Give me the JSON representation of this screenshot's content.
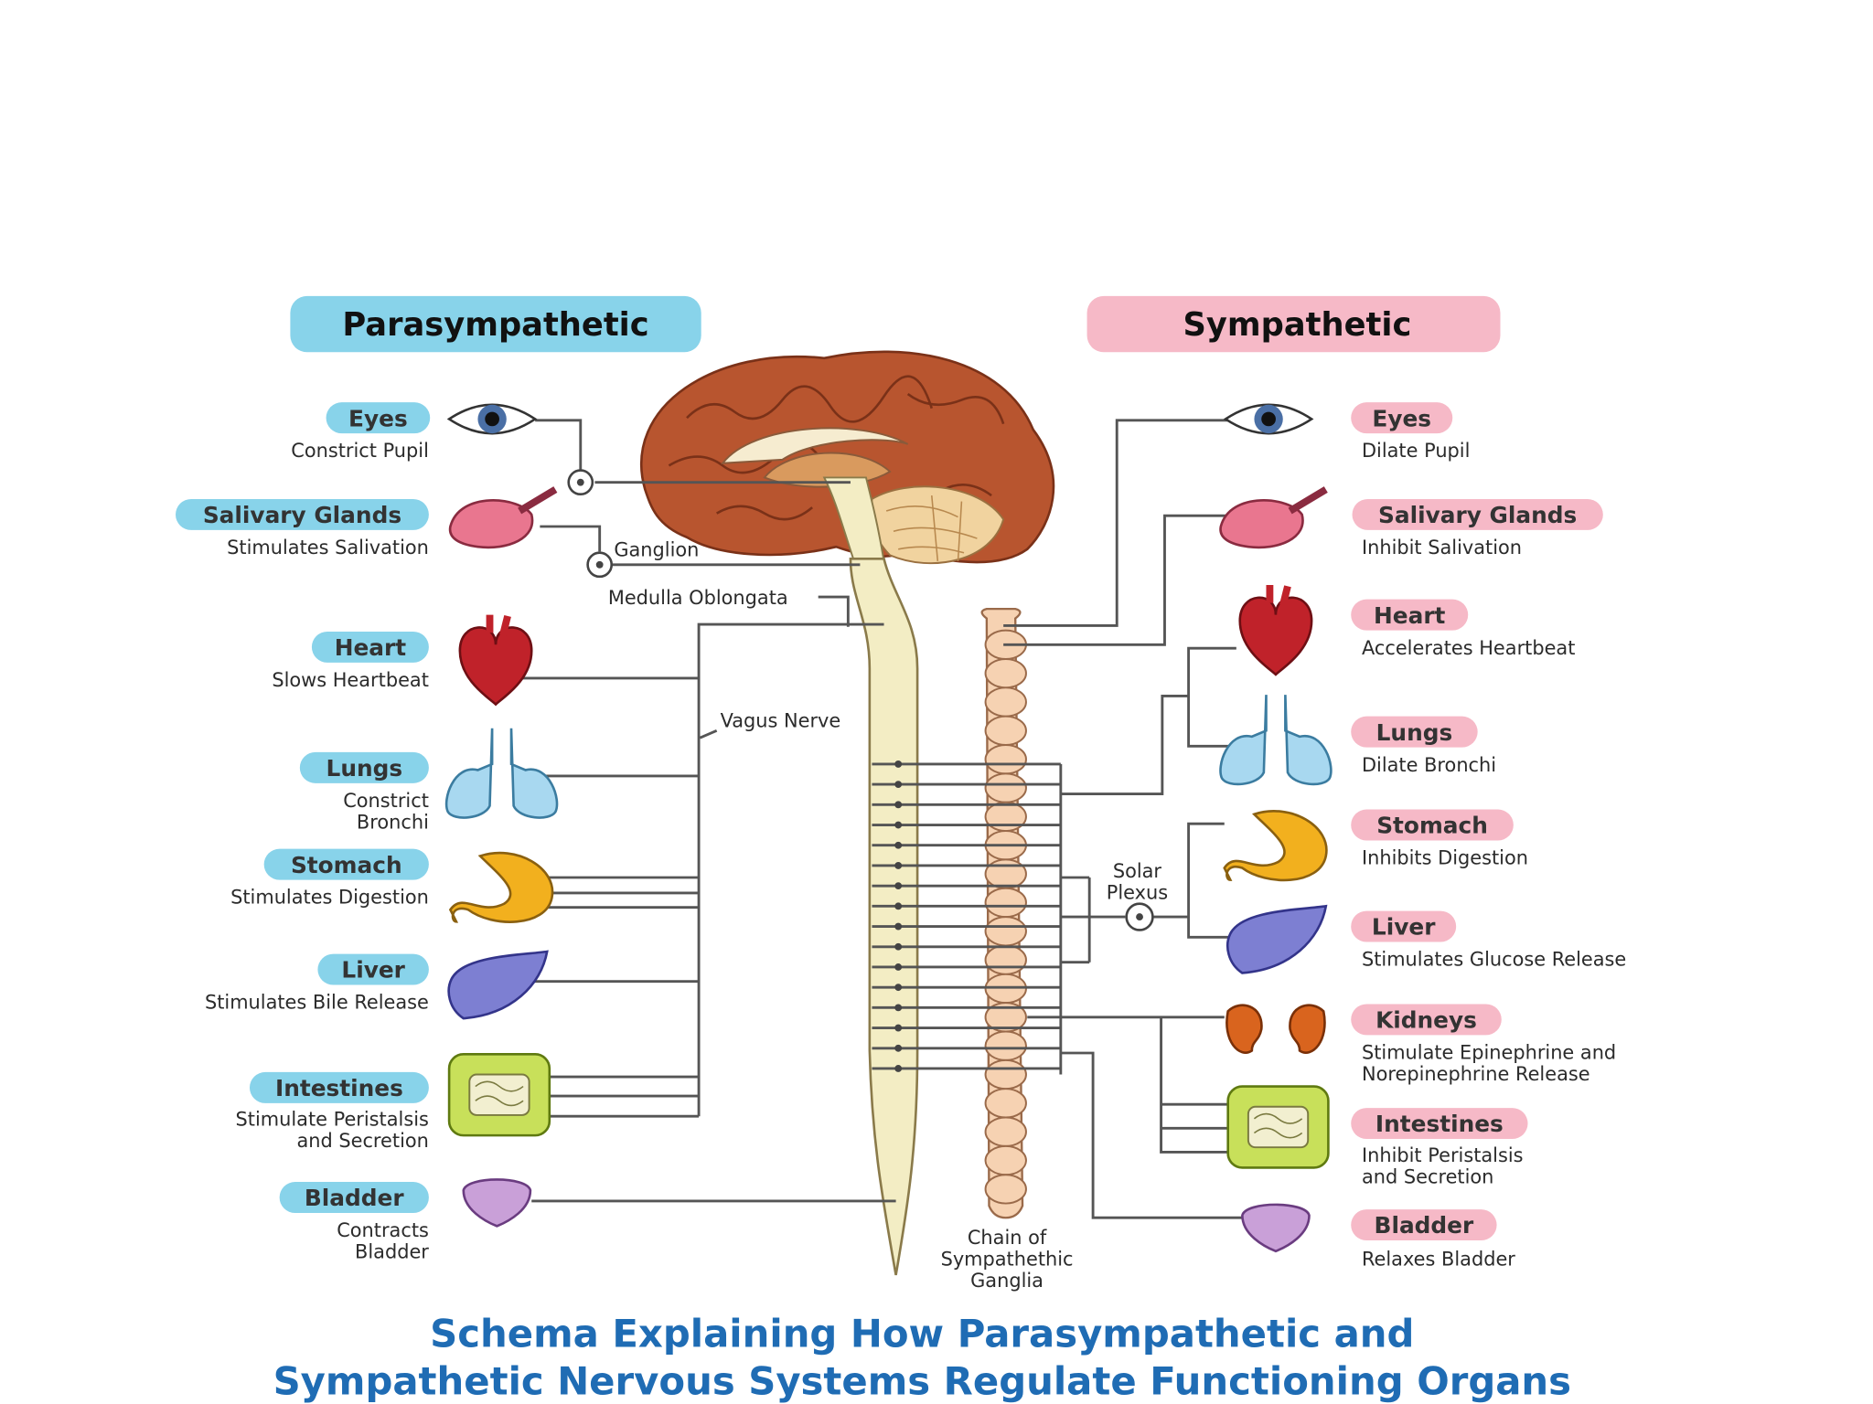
{
  "colors": {
    "parasympathetic": "#88d3ea",
    "sympathetic": "#f6b9c7",
    "caption": "#1f6cb4",
    "brain": "#b8552f",
    "spinal_cord": "#f3edc4",
    "ganglia_chain": "#f6d2b2"
  },
  "headers": {
    "parasympathetic": "Parasympathetic",
    "sympathetic": "Sympathetic"
  },
  "parasympathetic": [
    {
      "organ": "Eyes",
      "effect": [
        "Constrict Pupil"
      ],
      "icon": "eye-icon"
    },
    {
      "organ": "Salivary Glands",
      "effect": [
        "Stimulates Salivation"
      ],
      "icon": "salivary-gland-icon"
    },
    {
      "organ": "Heart",
      "effect": [
        "Slows Heartbeat"
      ],
      "icon": "heart-icon"
    },
    {
      "organ": "Lungs",
      "effect": [
        "Constrict",
        "Bronchi"
      ],
      "icon": "lungs-icon"
    },
    {
      "organ": "Stomach",
      "effect": [
        "Stimulates Digestion"
      ],
      "icon": "stomach-icon"
    },
    {
      "organ": "Liver",
      "effect": [
        "Stimulates Bile Release"
      ],
      "icon": "liver-icon"
    },
    {
      "organ": "Intestines",
      "effect": [
        "Stimulate Peristalsis",
        "and Secretion"
      ],
      "icon": "intestines-icon"
    },
    {
      "organ": "Bladder",
      "effect": [
        "Contracts",
        "Bladder"
      ],
      "icon": "bladder-icon"
    }
  ],
  "sympathetic": [
    {
      "organ": "Eyes",
      "effect": [
        "Dilate Pupil"
      ],
      "icon": "eye-icon"
    },
    {
      "organ": "Salivary Glands",
      "effect": [
        "Inhibit Salivation"
      ],
      "icon": "salivary-gland-icon"
    },
    {
      "organ": "Heart",
      "effect": [
        "Accelerates Heartbeat"
      ],
      "icon": "heart-icon"
    },
    {
      "organ": "Lungs",
      "effect": [
        "Dilate Bronchi"
      ],
      "icon": "lungs-icon"
    },
    {
      "organ": "Stomach",
      "effect": [
        "Inhibits Digestion"
      ],
      "icon": "stomach-icon"
    },
    {
      "organ": "Liver",
      "effect": [
        "Stimulates Glucose Release"
      ],
      "icon": "liver-icon"
    },
    {
      "organ": "Kidneys",
      "effect": [
        "Stimulate Epinephrine and",
        "Norepinephrine Release"
      ],
      "icon": "kidneys-icon"
    },
    {
      "organ": "Intestines",
      "effect": [
        "Inhibit Peristalsis",
        "and Secretion"
      ],
      "icon": "intestines-icon"
    },
    {
      "organ": "Bladder",
      "effect": [
        "Relaxes Bladder"
      ],
      "icon": "bladder-icon"
    }
  ],
  "central_labels": {
    "ganglion": "Ganglion",
    "medulla": "Medulla Oblongata",
    "vagus": "Vagus Nerve",
    "solar_plexus": [
      "Solar",
      "Plexus"
    ],
    "chain": [
      "Chain of",
      "Sympathethic",
      "Ganglia"
    ]
  },
  "caption": [
    "Schema Explaining How Parasympathetic and",
    "Sympathetic Nervous Systems Regulate Functioning Organs"
  ]
}
